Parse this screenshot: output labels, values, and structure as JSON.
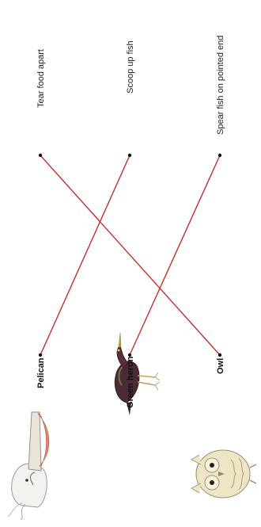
{
  "birds": [
    {
      "name": "Pelican",
      "icon": "pelican-illustration"
    },
    {
      "name": "Green heron",
      "icon": "green-heron-illustration"
    },
    {
      "name": "Owl",
      "icon": "owl-illustration"
    }
  ],
  "functions": [
    {
      "label": "Tear food apart"
    },
    {
      "label": "Scoop up fish"
    },
    {
      "label": "Spear fish on pointed end"
    }
  ],
  "matches": [
    {
      "bird": "Pelican",
      "function": "Scoop up fish"
    },
    {
      "bird": "Green heron",
      "function": "Spear fish on pointed end"
    },
    {
      "bird": "Owl",
      "function": "Tear food apart"
    }
  ],
  "colors": {
    "line": "#c4302b",
    "dot": "#111111",
    "text": "#222222"
  }
}
